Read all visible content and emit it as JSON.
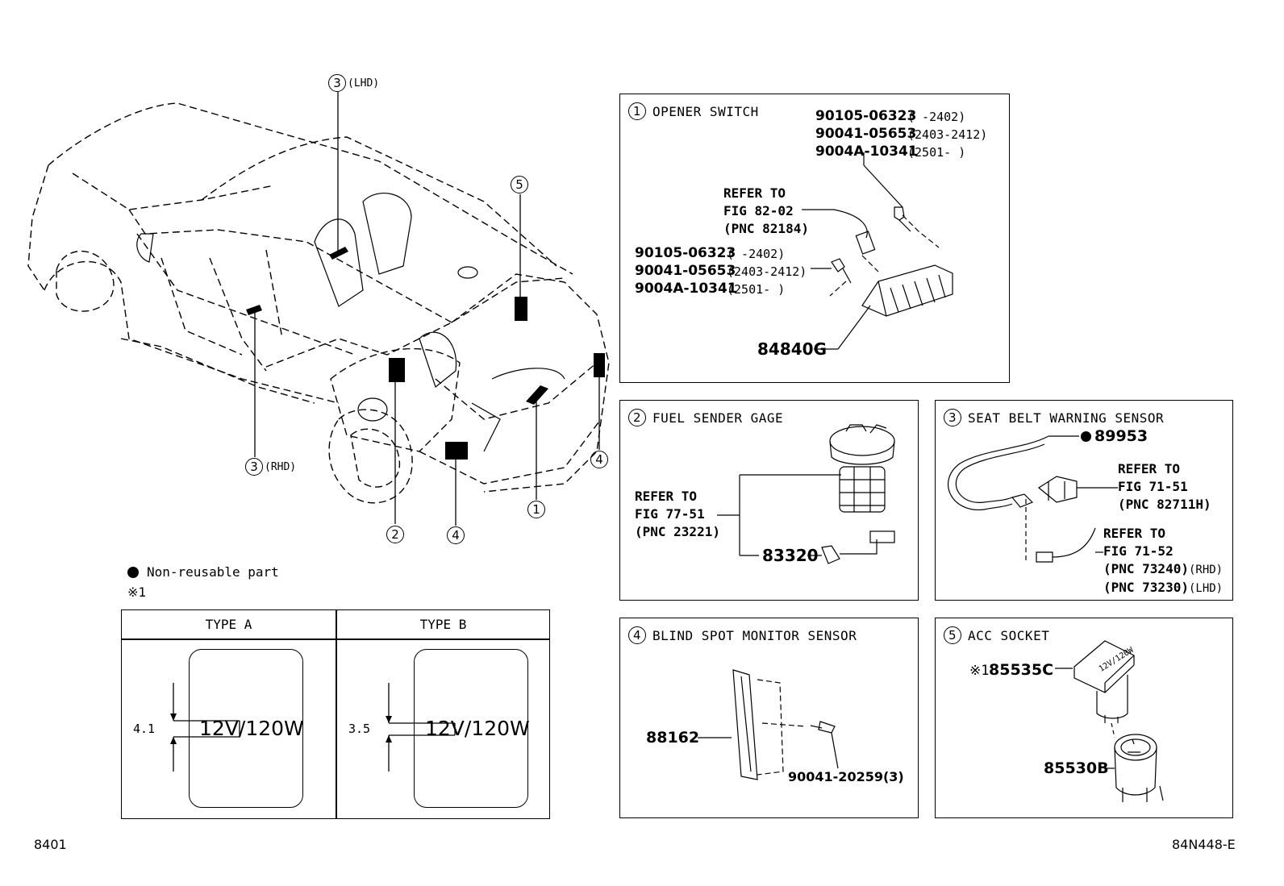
{
  "overview": {
    "callouts": [
      {
        "num": "3",
        "suffix": "(LHD)"
      },
      {
        "num": "5",
        "suffix": ""
      },
      {
        "num": "3",
        "suffix": "(RHD)"
      },
      {
        "num": "2",
        "suffix": ""
      },
      {
        "num": "4",
        "suffix": ""
      },
      {
        "num": "1",
        "suffix": ""
      },
      {
        "num": "4",
        "suffix": ""
      }
    ]
  },
  "legend": {
    "bullet_text": "Non-reusable part",
    "note_mark": "※1"
  },
  "type_table": {
    "col_a": "TYPE A",
    "col_b": "TYPE B",
    "dim_a": "4.1",
    "dim_b": "3.5",
    "label_text": "12V/120W"
  },
  "panel1": {
    "num": "1",
    "title": "OPENER SWITCH",
    "top_parts": [
      {
        "pn": "90105-06323",
        "range": "(      -2402)"
      },
      {
        "pn": "90041-05653",
        "range": "(2403-2412)"
      },
      {
        "pn": "9004A-10341",
        "range": "(2501-      )"
      }
    ],
    "left_parts": [
      {
        "pn": "90105-06323",
        "range": "(      -2402)"
      },
      {
        "pn": "90041-05653",
        "range": "(2403-2412)"
      },
      {
        "pn": "9004A-10341",
        "range": "(2501-      )"
      }
    ],
    "refer": [
      "REFER TO",
      "FIG 82-02",
      "(PNC 82184)"
    ],
    "part": "84840G"
  },
  "panel2": {
    "num": "2",
    "title": "FUEL SENDER GAGE",
    "refer": [
      "REFER TO",
      "FIG 77-51",
      "(PNC 23221)"
    ],
    "part": "83320"
  },
  "panel3": {
    "num": "3",
    "title": "SEAT BELT WARNING SENSOR",
    "part": "89953",
    "refer1": [
      "REFER TO",
      "FIG 71-51",
      "(PNC 82711H)"
    ],
    "refer2": [
      "REFER TO",
      "FIG 71-52",
      "(PNC 73240)",
      "(PNC 73230)"
    ],
    "rhd": "(RHD)",
    "lhd": "(LHD)"
  },
  "panel4": {
    "num": "4",
    "title": "BLIND SPOT MONITOR SENSOR",
    "part": "88162",
    "bolt": "90041-20259(3)"
  },
  "panel5": {
    "num": "5",
    "title": "ACC SOCKET",
    "note": "※1",
    "part1": "85535C",
    "part2": "85530B",
    "cap_text": "12V/120W"
  },
  "footer": {
    "left": "8401",
    "right": "84N448-E"
  }
}
